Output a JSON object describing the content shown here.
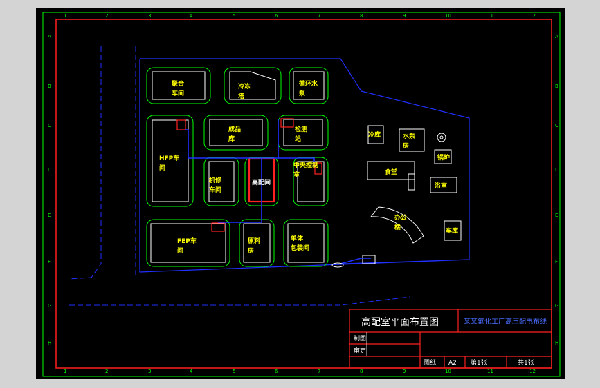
{
  "colors": {
    "background": "#000000",
    "frame": "#00ff00",
    "border_red": "#ff2020",
    "label_yellow": "#ffff00",
    "pipe_blue": "#2030ff",
    "room_white": "#ffffff",
    "title_white": "#ffffff",
    "title_blue": "#4a6cff"
  },
  "grid": {
    "columns": [
      "1",
      "2",
      "3",
      "4",
      "5",
      "6",
      "7",
      "8",
      "9",
      "10",
      "11",
      "12"
    ],
    "rows": [
      "A",
      "B",
      "C",
      "D",
      "E",
      "F",
      "G",
      "H"
    ]
  },
  "buildings": [
    {
      "id": "polymer-workshop",
      "label": "聚合\n车间"
    },
    {
      "id": "cooling-tower",
      "label": "冷冻\n塔"
    },
    {
      "id": "circulating-water-pump",
      "label": "循环水\n泵"
    },
    {
      "id": "hfp-workshop",
      "label": "HFP车\n间"
    },
    {
      "id": "finished-warehouse",
      "label": "成品\n库"
    },
    {
      "id": "detection-station",
      "label": "检测\n站"
    },
    {
      "id": "maintenance-workshop",
      "label": "机修\n车间"
    },
    {
      "id": "high-voltage-room",
      "label": "高配间"
    },
    {
      "id": "central-control",
      "label": "中央控制\n室"
    },
    {
      "id": "fep-workshop",
      "label": "FEP车\n间"
    },
    {
      "id": "raw-material-warehouse",
      "label": "原料\n房"
    },
    {
      "id": "monomer-packaging",
      "label": "单体\n包装间"
    },
    {
      "id": "cold-storage",
      "label": "冷库"
    },
    {
      "id": "water-pump-house",
      "label": "水泵\n房"
    },
    {
      "id": "boiler",
      "label": "锅炉"
    },
    {
      "id": "canteen",
      "label": "食堂"
    },
    {
      "id": "bathroom",
      "label": "浴室"
    },
    {
      "id": "office-building",
      "label": "办公\n楼"
    },
    {
      "id": "garage",
      "label": "车库"
    }
  ],
  "title_block": {
    "drawing_title": "高配室平面布置图",
    "project_name": "某某氟化工厂高压配电布线",
    "drawn_by_label": "制图",
    "checked_by_label": "审定",
    "sheet_label": "图纸",
    "sheet_value": "A2",
    "page": "第1张",
    "total": "共1张"
  }
}
